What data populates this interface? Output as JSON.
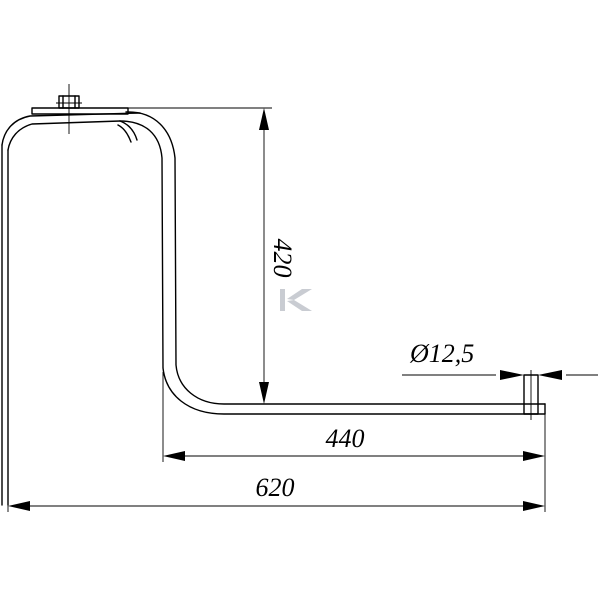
{
  "dimensions": {
    "height_label": "420",
    "inner_length_label": "440",
    "total_length_label": "620",
    "diameter_label": "Ø12,5"
  }
}
